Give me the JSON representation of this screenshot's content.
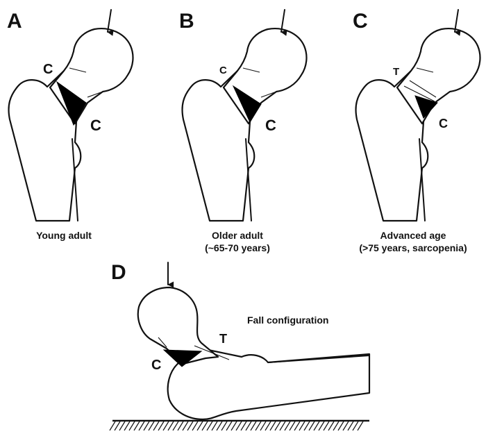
{
  "panels": [
    {
      "letter": "A",
      "label_top": "C",
      "label_bottom": "C",
      "caption_line1": "Young adult",
      "caption_line2": ""
    },
    {
      "letter": "B",
      "label_top": "C",
      "label_bottom": "C",
      "caption_line1": "Older adult",
      "caption_line2": "(~65-70 years)"
    },
    {
      "letter": "C",
      "label_top": "T",
      "label_bottom": "C",
      "caption_line1": "Advanced age",
      "caption_line2": "(>75 years, sarcopenia)"
    }
  ],
  "fall_panel": {
    "letter": "D",
    "label_tension": "T",
    "label_compression": "C",
    "caption": "Fall configuration"
  },
  "colors": {
    "ink": "#111111",
    "compression_wedge": "#000000",
    "background": "#ffffff"
  },
  "icons": {
    "load_arrow": "down-arrow-icon",
    "ground": "hatched-ground-icon"
  }
}
